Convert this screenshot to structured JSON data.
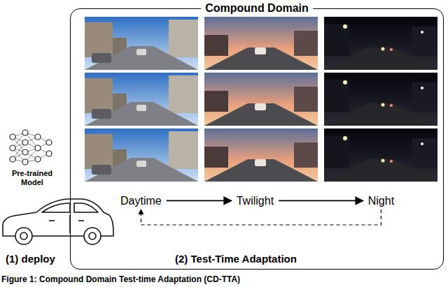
{
  "diagram": {
    "caption": "Figure 1: Compound Domain Test-time Adaptation (CD-TTA)",
    "nodes": [
      {
        "text": [
          "Compound Domain"
        ]
      },
      {
        "text": [
          "Daytime"
        ],
        "in": 0
      },
      {
        "text": [
          "Twilight"
        ],
        "in": 0
      },
      {
        "text": [
          "Night"
        ],
        "in": 0
      },
      {
        "text": [
          "Pre-trained Model"
        ]
      }
    ],
    "edges": [
      {
        "from": 1,
        "to": 2,
        "arrow": "to"
      },
      {
        "from": 2,
        "to": 3,
        "arrow": "to"
      },
      {
        "from": 3,
        "to": 1,
        "arrow": "to"
      }
    ],
    "labels": [
      "(1) deploy",
      "(2) Test-Time Adaptation"
    ]
  }
}
